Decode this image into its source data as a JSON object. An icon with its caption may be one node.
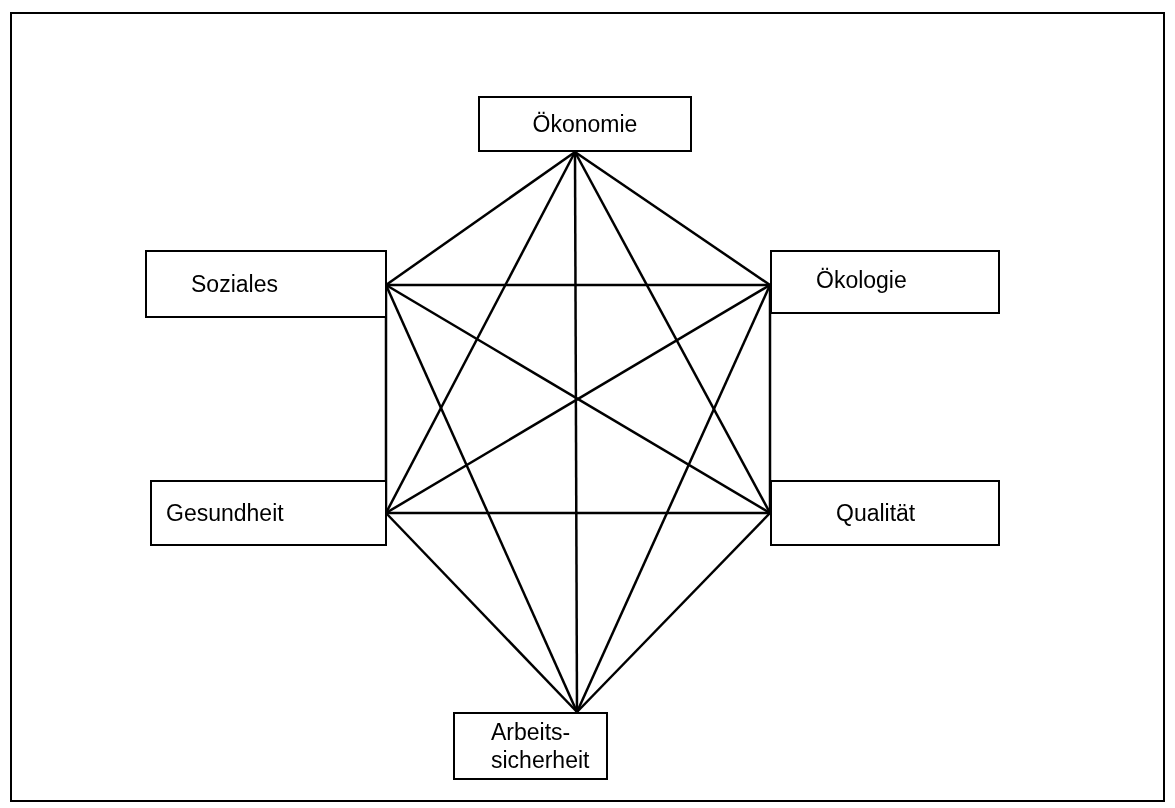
{
  "diagram": {
    "nodes": [
      {
        "text": [
          "Ökonomie"
        ]
      },
      {
        "text": [
          "Soziales"
        ]
      },
      {
        "text": [
          "Ökologie"
        ]
      },
      {
        "text": [
          "Gesundheit"
        ]
      },
      {
        "text": [
          "Qualität"
        ]
      },
      {
        "text": [
          "Arbeits- sicherheit"
        ]
      }
    ],
    "edges": [
      {
        "from": 0,
        "to": 1,
        "arrow": "none"
      },
      {
        "from": 0,
        "to": 2,
        "arrow": "none"
      },
      {
        "from": 0,
        "to": 3,
        "arrow": "none"
      },
      {
        "from": 0,
        "to": 4,
        "arrow": "none"
      },
      {
        "from": 0,
        "to": 5,
        "arrow": "none"
      },
      {
        "from": 1,
        "to": 2,
        "arrow": "none"
      },
      {
        "from": 1,
        "to": 3,
        "arrow": "none"
      },
      {
        "from": 1,
        "to": 4,
        "arrow": "none"
      },
      {
        "from": 1,
        "to": 5,
        "arrow": "none"
      },
      {
        "from": 2,
        "to": 3,
        "arrow": "none"
      },
      {
        "from": 2,
        "to": 4,
        "arrow": "none"
      },
      {
        "from": 2,
        "to": 5,
        "arrow": "none"
      },
      {
        "from": 3,
        "to": 4,
        "arrow": "none"
      },
      {
        "from": 3,
        "to": 5,
        "arrow": "none"
      },
      {
        "from": 4,
        "to": 5,
        "arrow": "none"
      }
    ]
  }
}
